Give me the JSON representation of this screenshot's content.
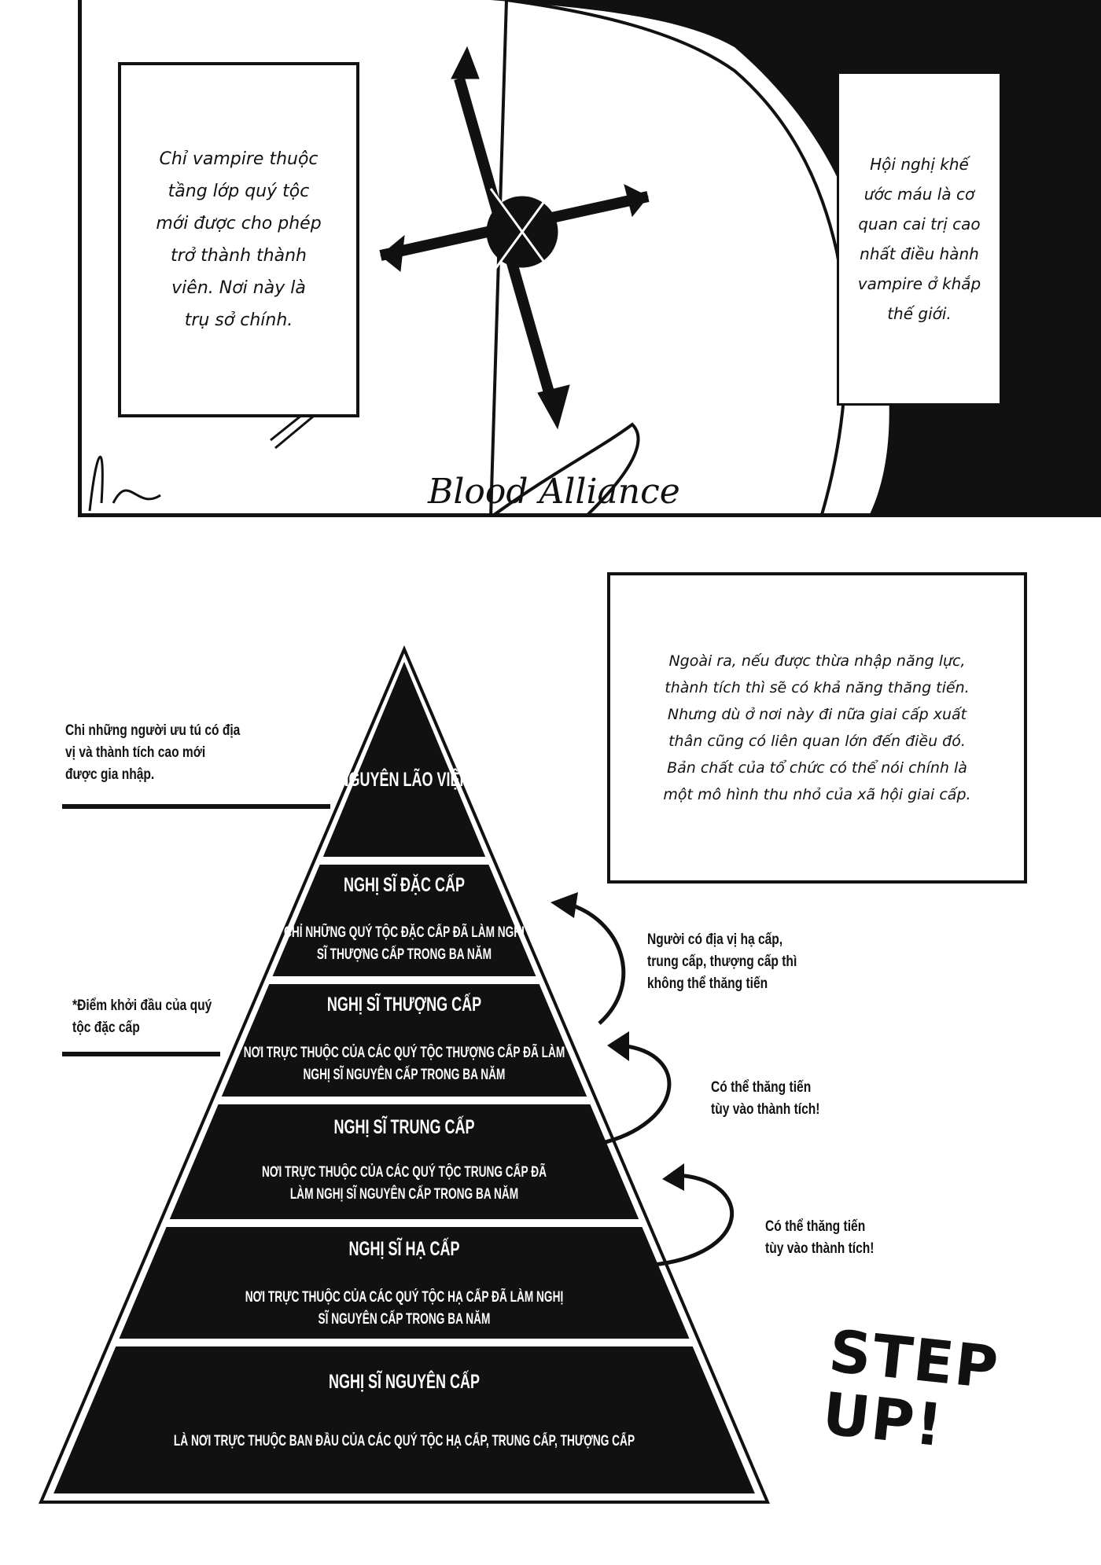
{
  "top_panel": {
    "caption_left": "Chỉ vampire thuộc\ntầng lớp quý tộc\nmới được cho phép\ntrở thành thành\nviên. Nơi này là\ntrụ sở chính.",
    "caption_right": "Hội nghị khế\nước máu là cơ\nquan cai trị cao\nnhất điều hành\nvampire ở khắp\nthế giới.",
    "signature_text": "Blood Alliance"
  },
  "bottom_panel": {
    "caption_box": "Ngoài ra, nếu được thừa nhập năng lực,\nthành tích thì sẽ có khả năng thăng tiến.\nNhưng dù ở nơi này đi nữa giai cấp xuất\nthân cũng có liên quan lớn đến điều đó.\nBản chất của tổ chức có thể nói chính là\nmột mô hình thu nhỏ của xã hội giai cấp.",
    "left_notes": [
      "Chi những người ưu tú có địa\nvị và thành tích cao mới\nđược gia nhập.",
      "*Điểm khởi đầu của quý\ntộc đặc cấp"
    ],
    "right_notes": [
      "Người có địa vị hạ cấp,\ntrung cấp, thượng cấp thì\nkhông thể thăng tiến",
      "Có thể thăng tiến\ntùy vào thành tích!",
      "Có thể thăng tiến\ntùy vào thành tích!"
    ],
    "pyramid": {
      "tiers": [
        {
          "title": "NGUYÊN LÃO VIỆN",
          "desc": ""
        },
        {
          "title": "NGHỊ SĨ ĐẶC CẤP",
          "desc": "CHỈ NHỮNG QUÝ TỘC ĐẶC CẤP ĐÃ LÀM NGHỊ\nSĨ THƯỢNG CẤP TRONG BA NĂM"
        },
        {
          "title": "NGHỊ SĨ THƯỢNG CẤP",
          "desc": "NƠI TRỰC THUỘC CỦA CÁC QUÝ TỘC THƯỢNG CẤP ĐÃ LÀM\nNGHỊ SĨ NGUYÊN CẤP TRONG BA NĂM"
        },
        {
          "title": "NGHỊ SĨ TRUNG CẤP",
          "desc": "NƠI TRỰC THUỘC CỦA CÁC QUÝ TỘC TRUNG CẤP ĐÃ\nLÀM NGHỊ SĨ NGUYÊN CẤP TRONG BA NĂM"
        },
        {
          "title": "NGHỊ SĨ HẠ CẤP",
          "desc": "NƠI TRỰC THUỘC CỦA CÁC QUÝ TỘC HẠ CẤP ĐÃ LÀM NGHỊ\nSĨ NGUYÊN CẤP TRONG BA NĂM"
        },
        {
          "title": "NGHỊ SĨ NGUYÊN CẤP",
          "desc": "LÀ NƠI TRỰC THUỘC BAN ĐẦU CỦA CÁC QUÝ TỘC HẠ CẤP, TRUNG CẤP, THƯỢNG CẤP"
        }
      ]
    },
    "sfx": "STEP\nUP!"
  },
  "colors": {
    "ink": "#111111",
    "paper": "#ffffff"
  }
}
